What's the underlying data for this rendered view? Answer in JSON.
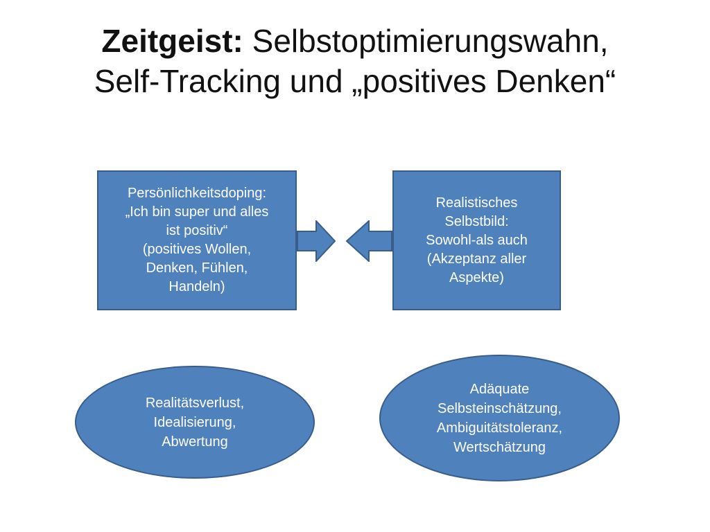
{
  "title": {
    "line1_bold": "Zeitgeist:",
    "line1_rest": " Selbstoptimierungswahn,",
    "line2": "Self-Tracking und „positives Denken“"
  },
  "box_left": {
    "lines": [
      "Persönlichkeitsdoping:",
      "„Ich bin super und alles",
      "ist positiv“",
      "(positives Wollen,",
      "Denken, Fühlen,",
      "Handeln)"
    ]
  },
  "box_right": {
    "lines": [
      "Realistisches",
      "Selbstbild:",
      "Sowohl-als auch",
      "(Akzeptanz aller",
      "Aspekte)"
    ]
  },
  "ellipse_left": {
    "lines": [
      "Realitätsverlust,",
      "Idealisierung,",
      "Abwertung"
    ]
  },
  "ellipse_right": {
    "lines": [
      "Adäquate",
      "Selbsteinschätzung,",
      "Ambiguitätstoleranz,",
      "Wertschätzung"
    ]
  },
  "colors": {
    "shape_fill": "#4f81bd",
    "shape_border": "#385d8a",
    "shape_text": "#ffffff",
    "title_text": "#111111"
  },
  "icons": {
    "arrow_left_box": "right-arrow-icon",
    "arrow_right_box": "left-arrow-icon"
  }
}
